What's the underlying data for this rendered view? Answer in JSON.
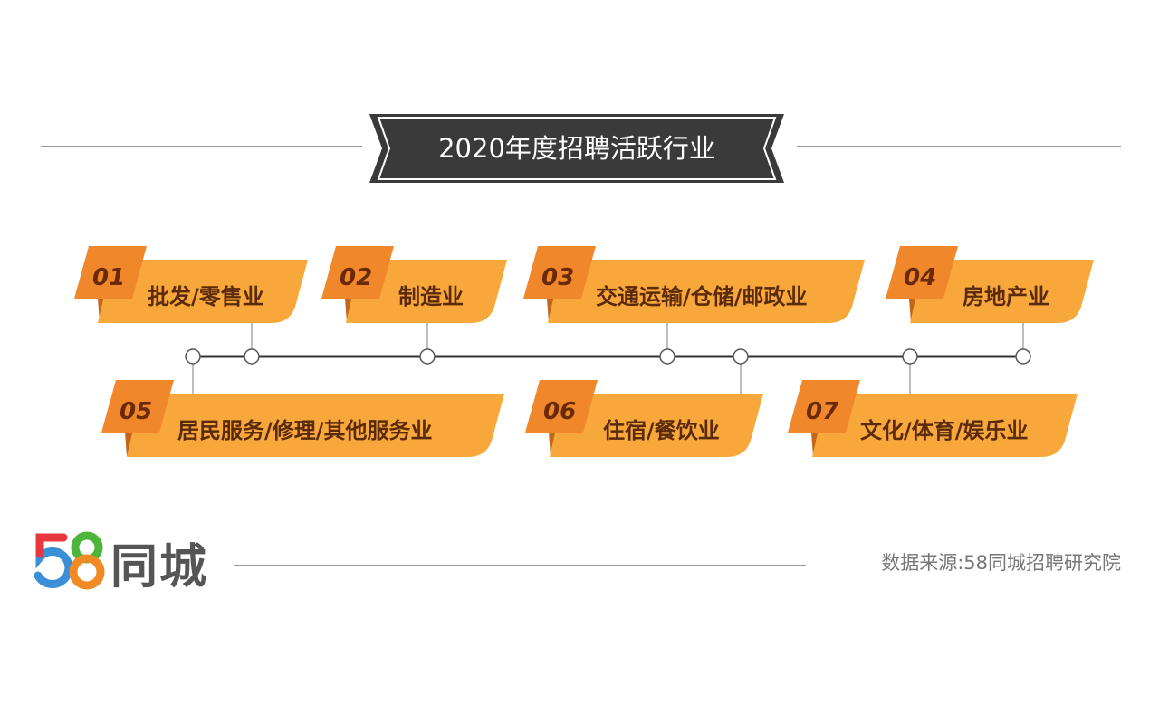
{
  "title": "2020年度招聘活跃行业",
  "industries": [
    {
      "num": "01",
      "label": "批发/零售业"
    },
    {
      "num": "02",
      "label": "制造业"
    },
    {
      "num": "03",
      "label": "交通运输/仓储/邮政业"
    },
    {
      "num": "04",
      "label": "房地产业"
    },
    {
      "num": "05",
      "label": "居民服务/修理/其他服务业"
    },
    {
      "num": "06",
      "label": "住宿/餐饮业"
    },
    {
      "num": "07",
      "label": "文化/体育/娱乐业"
    }
  ],
  "logo": {
    "digits": "58",
    "name": "同城"
  },
  "source": "数据来源:58同城招聘研究院",
  "colors": {
    "tab": "#f0872a",
    "banner": "#f8a83a",
    "text": "#5a2a0a",
    "title_bg": "#3a3a3a"
  }
}
